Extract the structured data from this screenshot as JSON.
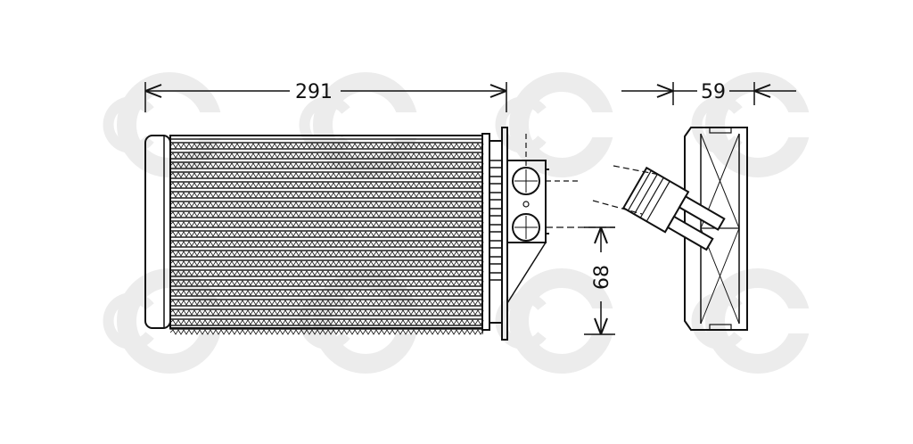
{
  "dimensions": {
    "length": "291",
    "depth": "59",
    "pipe_spacing": "68"
  },
  "colors": {
    "line": "#111111",
    "watermark": "#ececec",
    "background": "#ffffff"
  },
  "icons": {
    "watermark": "copyright-c-logo-watermark"
  }
}
